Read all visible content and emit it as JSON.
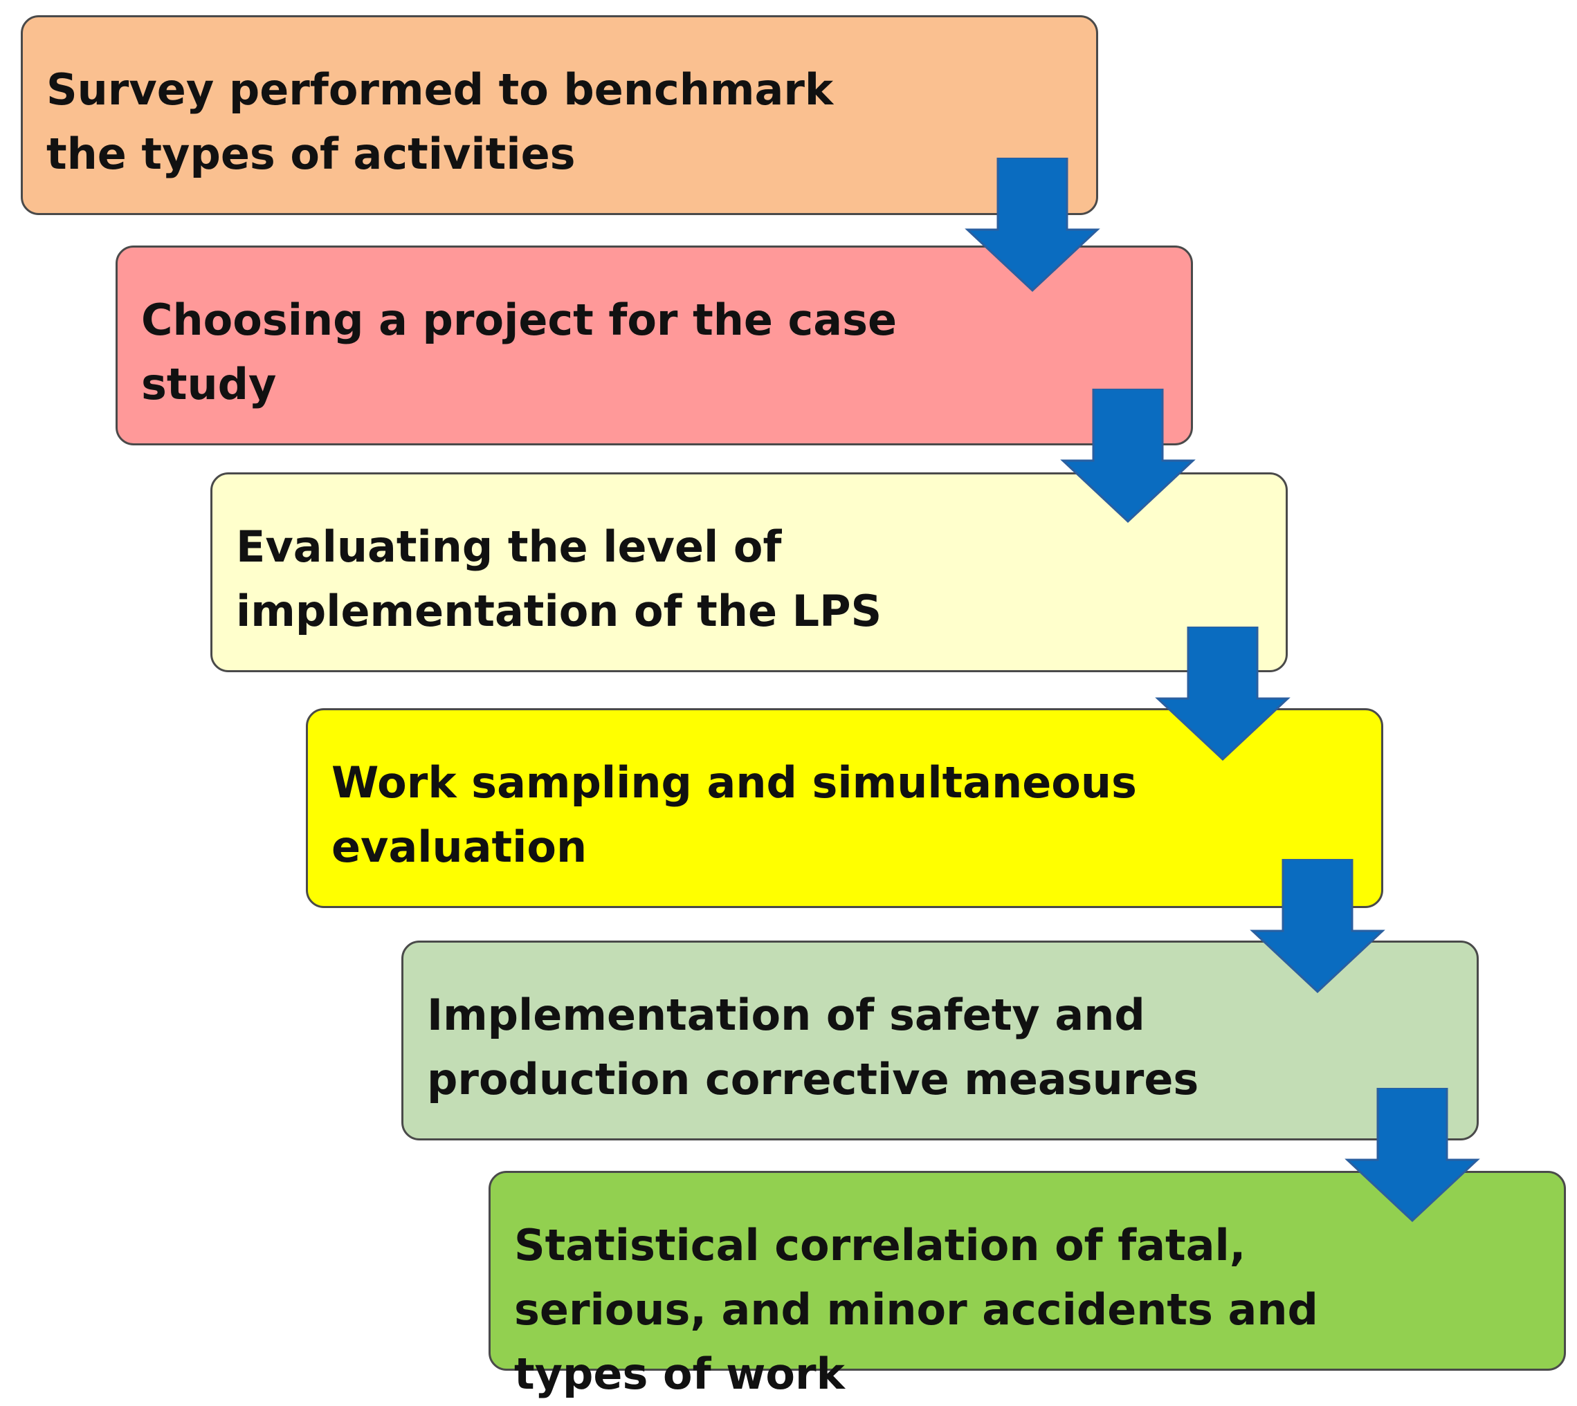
{
  "steps": [
    {
      "label": "Survey performed to benchmark the types of activities",
      "color": "#FAC090"
    },
    {
      "label": "Choosing a project for the case study",
      "color": "#FF9999"
    },
    {
      "label": "Evaluating the level of implementation of the LPS",
      "color": "#FFFFCC"
    },
    {
      "label": "Work sampling and simultaneous evaluation",
      "color": "#FFFF00"
    },
    {
      "label": "Implementation of safety and production corrective measures",
      "color": "#C3DDB5"
    },
    {
      "label": "Statistical correlation of fatal, serious, and minor accidents and types of work",
      "color": "#92D050"
    }
  ],
  "arrow_color": "#0A6CC0",
  "arrow_icon": "down-arrow-icon"
}
